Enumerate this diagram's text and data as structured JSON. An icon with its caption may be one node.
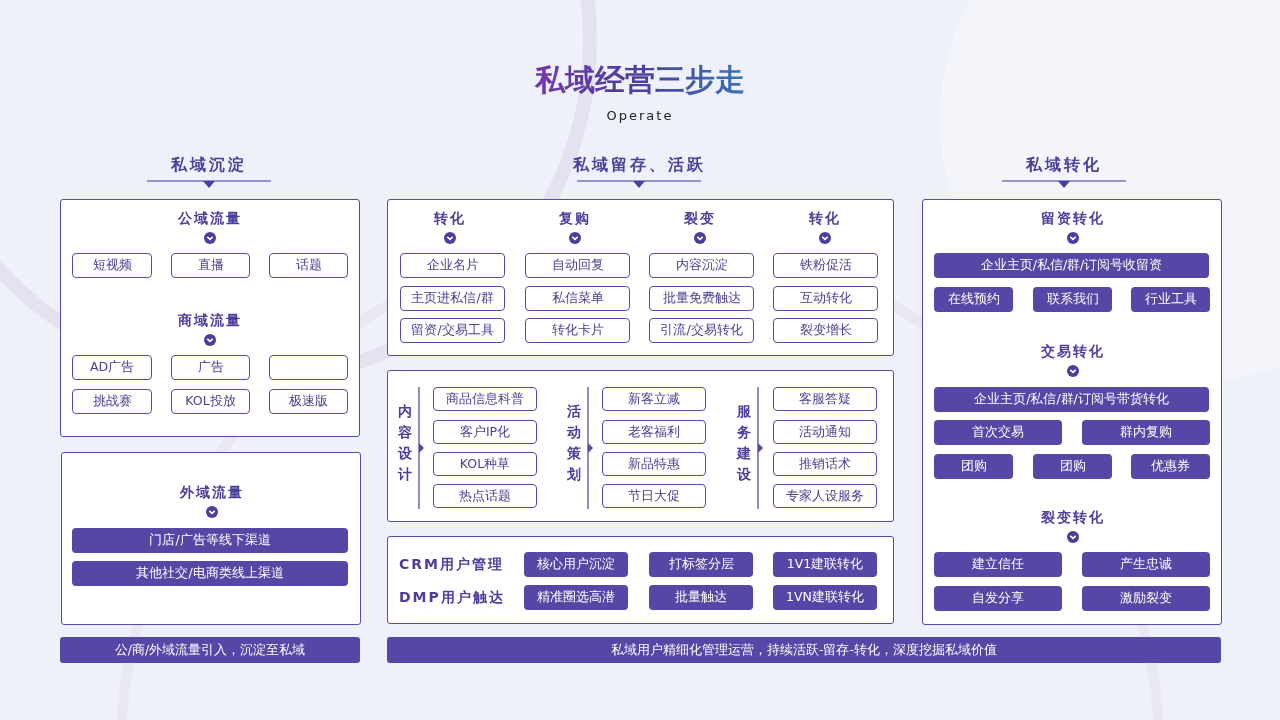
{
  "diagram": {
    "title": "私域经营三步走",
    "nodes": [
      {
        "text": [
          "公域流量",
          "商域流量"
        ]
      },
      {
        "text": [
          "短视频"
        ],
        "in": 0
      },
      {
        "text": [
          "直播"
        ],
        "in": 0
      },
      {
        "text": [
          "话题"
        ],
        "in": 0
      },
      {
        "text": [
          "AD广告"
        ],
        "in": 0
      },
      {
        "text": [
          "广告"
        ],
        "in": 0
      },
      {
        "text": [],
        "shape": "box",
        "in": 0
      },
      {
        "text": [
          "挑战赛"
        ],
        "in": 0
      },
      {
        "text": [
          "KOL投放"
        ],
        "in": 0
      },
      {
        "text": [
          "极速版"
        ],
        "in": 0
      },
      {
        "text": [
          "外域流量"
        ]
      },
      {
        "text": [
          "门店/广告等线下渠道"
        ],
        "in": 10
      },
      {
        "text": [
          "其他社交/电商类线上渠道"
        ],
        "in": 10
      },
      {
        "text": [
          "公/商/外域流量引入，沉淀至私域"
        ]
      },
      {
        "text": [
          "转化",
          "复购",
          "裂变",
          "转化"
        ]
      },
      {
        "text": [
          "企业名片"
        ],
        "in": 14
      },
      {
        "text": [
          "自动回复"
        ],
        "in": 14
      },
      {
        "text": [
          "内容沉淀"
        ],
        "in": 14
      },
      {
        "text": [
          "铁粉促活"
        ],
        "in": 14
      },
      {
        "text": [
          "主页进私信/群"
        ],
        "in": 14
      },
      {
        "text": [
          "私信菜单"
        ],
        "in": 14
      },
      {
        "text": [
          "批量免费触达"
        ],
        "in": 14
      },
      {
        "text": [
          "互动转化"
        ],
        "in": 14
      },
      {
        "text": [
          "留资/交易工具"
        ],
        "in": 14
      },
      {
        "text": [
          "转化卡片"
        ],
        "in": 14
      },
      {
        "text": [
          "引流/交易转化"
        ],
        "in": 14
      },
      {
        "text": [
          "裂变增长"
        ],
        "in": 14
      },
      {
        "text": [
          "内容设计",
          "活动策划",
          "服务建设"
        ]
      },
      {
        "text": [
          "商品信息科普"
        ],
        "in": 27
      },
      {
        "text": [
          "客户IP化"
        ],
        "in": 27
      },
      {
        "text": [
          "KOL种草"
        ],
        "in": 27
      },
      {
        "text": [
          "热点话题"
        ],
        "in": 27
      },
      {
        "text": [
          "新客立减"
        ],
        "in": 27
      },
      {
        "text": [
          "老客福利"
        ],
        "in": 27
      },
      {
        "text": [
          "新品特惠"
        ],
        "in": 27
      },
      {
        "text": [
          "节日大促"
        ],
        "in": 27
      },
      {
        "text": [
          "客服答疑"
        ],
        "in": 27
      },
      {
        "text": [
          "活动通知"
        ],
        "in": 27
      },
      {
        "text": [
          "推销话术"
        ],
        "in": 27
      },
      {
        "text": [
          "专家人设服务"
        ],
        "in": 27
      },
      {
        "text": [
          "CRM用户管理",
          "DMP用户触达"
        ]
      },
      {
        "text": [
          "核心用户沉淀"
        ],
        "in": 40
      },
      {
        "text": [
          "打标签分层"
        ],
        "in": 40
      },
      {
        "text": [
          "1V1建联转化"
        ],
        "in": 40
      },
      {
        "text": [
          "精准圈选高潜"
        ],
        "in": 40
      },
      {
        "text": [
          "批量触达"
        ],
        "in": 40
      },
      {
        "text": [
          "1VN建联转化"
        ],
        "in": 40
      },
      {
        "text": [
          "私域用户精细化管理运营，持续活跃-留存-转化，深度挖掘私域价值"
        ]
      },
      {
        "text": [
          "留资转化",
          "交易转化",
          "裂变转化"
        ]
      },
      {
        "text": [
          "企业主页/私信/群/订阅号收留资"
        ],
        "in": 48
      },
      {
        "text": [
          "在线预约"
        ],
        "in": 48
      },
      {
        "text": [
          "联系我们"
        ],
        "in": 48
      },
      {
        "text": [
          "行业工具"
        ],
        "in": 48
      },
      {
        "text": [
          "企业主页/私信/群/订阅号带货转化"
        ],
        "in": 48
      },
      {
        "text": [
          "首次交易"
        ],
        "in": 48
      },
      {
        "text": [
          "群内复购"
        ],
        "in": 48
      },
      {
        "text": [
          "团购"
        ],
        "in": 48
      },
      {
        "text": [
          "团购"
        ],
        "in": 48
      },
      {
        "text": [
          "优惠券"
        ],
        "in": 48
      },
      {
        "text": [
          "建立信任"
        ],
        "in": 48
      },
      {
        "text": [
          "产生忠诚"
        ],
        "in": 48
      },
      {
        "text": [
          "自发分享"
        ],
        "in": 48
      },
      {
        "text": [
          "激励裂变"
        ],
        "in": 48
      }
    ],
    "labels": [
      "Operate",
      "私域沉淀",
      "私域留存、活跃",
      "私域转化"
    ]
  }
}
